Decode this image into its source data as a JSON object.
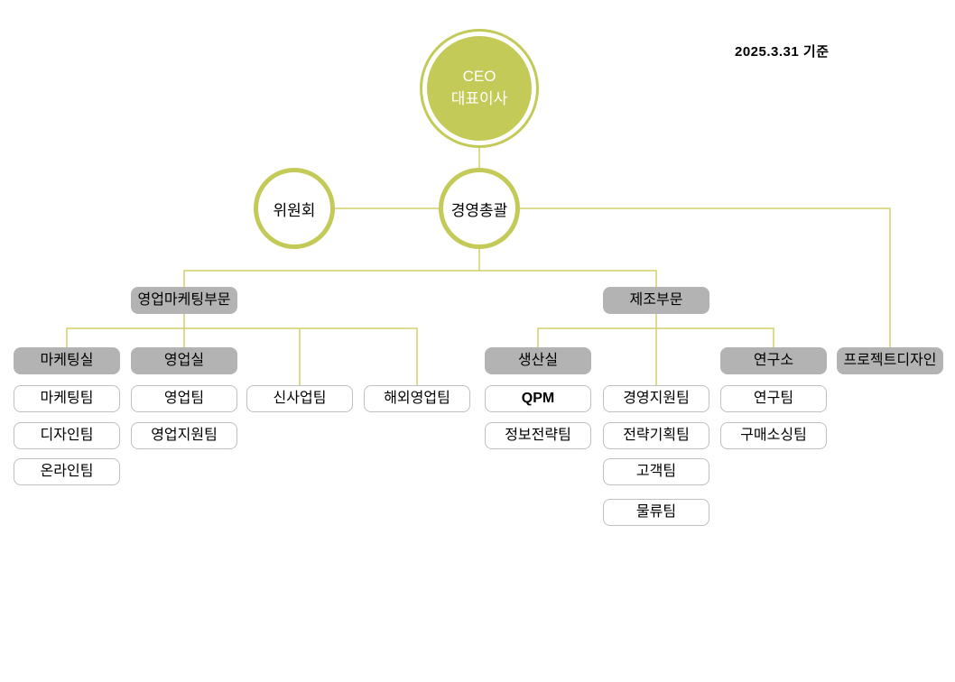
{
  "header": {
    "date_note": "2025.3.31 기준"
  },
  "colors": {
    "accent_olive": "#c3ca58",
    "connector_olive": "#d2cf6b",
    "box_gray": "#b3b3b3",
    "white_box_border": "#bfbfbf",
    "ceo_text": "#ffffff",
    "label_text": "#000000"
  },
  "org": {
    "ceo": {
      "line1": "CEO",
      "line2": "대표이사"
    },
    "committee": {
      "label": "위원회"
    },
    "management": {
      "label": "경영총괄"
    },
    "divisions": [
      {
        "label": "영업마케팅부문"
      },
      {
        "label": "제조부문"
      }
    ],
    "offices": [
      {
        "label": "마케팅실"
      },
      {
        "label": "영업실"
      },
      {
        "label": "생산실"
      },
      {
        "label": "연구소"
      },
      {
        "label": "프로젝트디자인"
      }
    ],
    "teams": [
      {
        "label": "마케팅팀"
      },
      {
        "label": "디자인팀"
      },
      {
        "label": "온라인팀"
      },
      {
        "label": "영업팀"
      },
      {
        "label": "영업지원팀"
      },
      {
        "label": "신사업팀"
      },
      {
        "label": "해외영업팀"
      },
      {
        "label": "QPM"
      },
      {
        "label": "정보전략팀"
      },
      {
        "label": "경영지원팀"
      },
      {
        "label": "전략기획팀"
      },
      {
        "label": "고객팀"
      },
      {
        "label": "물류팀"
      },
      {
        "label": "연구팀"
      },
      {
        "label": "구매소싱팀"
      }
    ]
  }
}
